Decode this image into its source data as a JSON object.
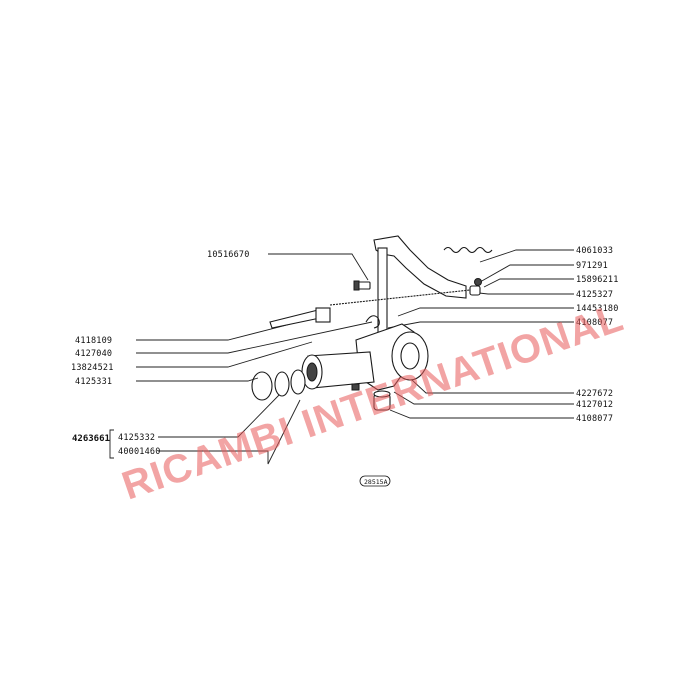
{
  "diagram": {
    "ref_code": "28515A",
    "watermark": "RICAMBI INTERNATIONAL",
    "accent_color": "#e85a5a",
    "left_labels": [
      {
        "id": "10516670",
        "text": "10516670"
      },
      {
        "id": "4118109",
        "text": "4118109"
      },
      {
        "id": "4127040",
        "text": "4127040"
      },
      {
        "id": "13824521",
        "text": "13824521"
      },
      {
        "id": "4125331",
        "text": "4125331"
      },
      {
        "id": "4125332",
        "text": "4125332"
      },
      {
        "id": "40001460",
        "text": "40001460"
      }
    ],
    "group_label": "4263661",
    "right_labels": [
      {
        "id": "4061033",
        "text": "4061033"
      },
      {
        "id": "971291",
        "text": "971291"
      },
      {
        "id": "15896211",
        "text": "15896211"
      },
      {
        "id": "4125327",
        "text": "4125327"
      },
      {
        "id": "14453180",
        "text": "14453180"
      },
      {
        "id": "4108077a",
        "text": "4108077"
      },
      {
        "id": "4227672",
        "text": "4227672"
      },
      {
        "id": "4127012",
        "text": "4127012"
      },
      {
        "id": "4108077b",
        "text": "4108077"
      }
    ]
  }
}
